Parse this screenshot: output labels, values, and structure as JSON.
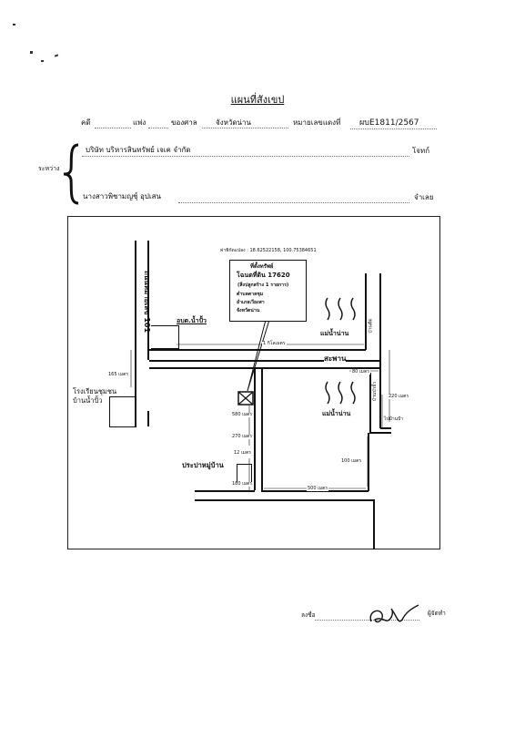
{
  "header": {
    "title": "แผนที่สังเขป",
    "case_row": {
      "case_prefix": "คดี",
      "case_type": "แพ่ง",
      "court_prefix": "ของศาล",
      "court": "จังหวัดน่าน",
      "red_no_label": "หมายเลขแดงที่",
      "red_no": "ผบE1811/2567"
    },
    "between_label": "ระหว่าง",
    "plaintiff": "บริษัท บริหารสินทรัพย์ เจเค จำกัด",
    "plaintiff_role": "โจทก์",
    "defendant": "นางสาวพิชามญชุ์ อุปเสน",
    "defendant_role": "จำเลย"
  },
  "map": {
    "coordinates": "ค่าพิกัดแปลง : 18.62522158, 100.75384651",
    "callout": {
      "title": "ที่ตั้งทรัพย์",
      "deed": "โฉนดที่ดิน 17620",
      "building": "(สิ่งปลูกสร้าง 1 รายการ)",
      "subdistrict": "ตำบลตาลชุม",
      "district": "อำเภอเวียงสา",
      "province": "จังหวัดน่าน"
    },
    "highway": "ถนนหมายเลข 101",
    "police": "อบต.น้ำปั้ว",
    "school_line1": "โรงเรียนชุมชน",
    "school_line2": "บ้านน้ำปั้ว",
    "river": "แม่น้ำน่าน",
    "bridge": "สะพาน",
    "village_tap": "ประปาหมู่บ้าน",
    "to_village_left": "บ้านตีด",
    "to_village_right": "บ้านป่ายั้ว",
    "to_village_arrow": "ไปบ้านป้า",
    "distances": {
      "d_1km": "1 กิโลเมตร",
      "d_165": "165 เมตร",
      "d_80": "80 เมตร",
      "d_220": "220 เมตร",
      "d_580": "580 เมตร",
      "d_270": "270 เมตร",
      "d_12": "12 เมตร",
      "d_180": "180 เมตร",
      "d_100": "100 เมตร",
      "d_500": "500 เมตร"
    }
  },
  "footer": {
    "sign_label": "ลงชื่อ",
    "role": "ผู้จัดทำ"
  }
}
